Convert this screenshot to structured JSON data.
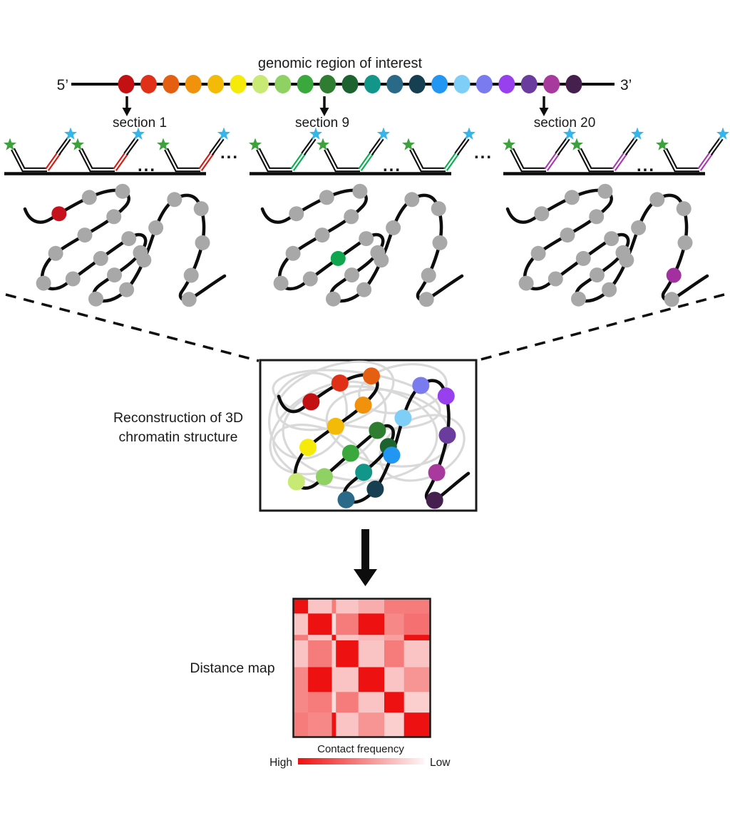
{
  "title": "genomic region of interest",
  "strand": {
    "five_prime": "5’",
    "three_prime": "3’",
    "dot_colors": [
      "#c21013",
      "#e03118",
      "#e55f13",
      "#f0920c",
      "#f3ba07",
      "#f5ea09",
      "#c8e973",
      "#90d164",
      "#3aa83d",
      "#2f7d31",
      "#1d6330",
      "#12968a",
      "#2a6a88",
      "#173f52",
      "#2196f3",
      "#7ecef7",
      "#7b7bf0",
      "#9840ee",
      "#6a3c9e",
      "#a93a9d",
      "#451f4e"
    ]
  },
  "sections": [
    {
      "label": "section 1",
      "label_color": "#d6251f",
      "accent": "#d41c14",
      "highlight_index": 0,
      "highlight_color": "#c6121c"
    },
    {
      "label": "section 9",
      "label_color": "#23a851",
      "accent": "#0caf50",
      "highlight_index": 8,
      "highlight_color": "#10a54e"
    },
    {
      "label": "section 20",
      "label_color": "#b44fba",
      "accent": "#a83cae",
      "highlight_index": 19,
      "highlight_color": "#a2309e"
    }
  ],
  "probes": {
    "unit_separator": "...",
    "group_separator": "...",
    "green_star_color": "#3da23d",
    "blue_star_color": "#35b5ea"
  },
  "chromatin": {
    "dot_color": "#a8a8a8",
    "strand_color": "#0d0d0d"
  },
  "reconstruction": {
    "label_line1": "Reconstruction of 3D",
    "label_line2": "chromatin structure"
  },
  "distance_map": {
    "label": "Distance map"
  },
  "colorbar": {
    "title": "Contact frequency",
    "high_label": "High",
    "low_label": "Low",
    "high_color": "#ee1111",
    "low_color": "#fdf6f6"
  },
  "chart_data": {
    "type": "heatmap",
    "title": "Distance map",
    "legend": {
      "label": "Contact frequency",
      "high": "High",
      "low": "Low"
    },
    "rows": 7,
    "cols": 7,
    "col_fractions": [
      0.105,
      0.175,
      0.03,
      0.165,
      0.19,
      0.145,
      0.19
    ],
    "row_fractions": [
      0.105,
      0.155,
      0.04,
      0.195,
      0.18,
      0.15,
      0.175
    ],
    "values": [
      [
        1.0,
        0.25,
        0.55,
        0.25,
        0.35,
        0.55,
        0.55
      ],
      [
        0.25,
        1.0,
        0.15,
        0.55,
        1.0,
        0.5,
        0.6
      ],
      [
        0.55,
        0.25,
        1.0,
        0.25,
        0.3,
        0.4,
        1.0
      ],
      [
        0.25,
        0.55,
        0.2,
        1.0,
        0.25,
        0.55,
        0.25
      ],
      [
        0.5,
        1.0,
        0.25,
        0.25,
        1.0,
        0.25,
        0.45
      ],
      [
        0.5,
        0.55,
        0.15,
        0.55,
        0.25,
        1.0,
        0.2
      ],
      [
        0.55,
        0.5,
        1.0,
        0.25,
        0.45,
        0.2,
        1.0
      ]
    ],
    "palette": {
      "high": "#ee1111",
      "low": "#ffffff"
    }
  }
}
